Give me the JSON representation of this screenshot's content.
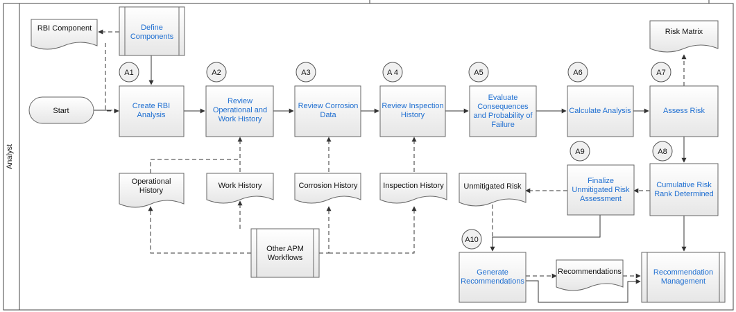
{
  "lane": {
    "label": "Analyst"
  },
  "start": {
    "label": "Start"
  },
  "steps": {
    "define_components": {
      "lines": [
        "Define",
        "Components"
      ]
    },
    "create_rbi": {
      "lines": [
        "Create RBI",
        "Analysis"
      ],
      "step": "A1"
    },
    "review_operational": {
      "lines": [
        "Review",
        "Operational and",
        "Work History"
      ],
      "step": "A2"
    },
    "review_corrosion": {
      "lines": [
        "Review Corrosion",
        "Data"
      ],
      "step": "A3"
    },
    "review_inspection": {
      "lines": [
        "Review Inspection",
        "History"
      ],
      "step": "A 4"
    },
    "evaluate": {
      "lines": [
        "Evaluate",
        "Consequences",
        "and Probability of",
        "Failure"
      ],
      "step": "A5"
    },
    "calculate": {
      "lines": [
        "Calculate Analysis"
      ],
      "step": "A6"
    },
    "assess_risk": {
      "lines": [
        "Assess Risk"
      ],
      "step": "A7"
    },
    "cumulative": {
      "lines": [
        "Cumulative Risk",
        "Rank Determined"
      ],
      "step": "A8"
    },
    "finalize": {
      "lines": [
        "Finalize",
        "Unmitigated Risk",
        "Assessment"
      ],
      "step": "A9"
    },
    "generate": {
      "lines": [
        "Generate",
        "Recommendations"
      ],
      "step": "A10"
    },
    "recommendation_mgmt": {
      "lines": [
        "Recommendation",
        "Management"
      ]
    },
    "other_apm": {
      "lines": [
        "Other APM",
        "Workflows"
      ]
    }
  },
  "documents": {
    "rbi_component": {
      "lines": [
        "RBI Component"
      ]
    },
    "risk_matrix": {
      "lines": [
        "Risk Matrix"
      ]
    },
    "operational_history": {
      "lines": [
        "Operational",
        "History"
      ]
    },
    "work_history": {
      "lines": [
        "Work History"
      ]
    },
    "corrosion_history": {
      "lines": [
        "Corrosion History"
      ]
    },
    "inspection_history": {
      "lines": [
        "Inspection History"
      ]
    },
    "unmitigated_risk": {
      "lines": [
        "Unmitigated Risk"
      ]
    },
    "recommendations": {
      "lines": [
        "Recommendations"
      ]
    }
  }
}
